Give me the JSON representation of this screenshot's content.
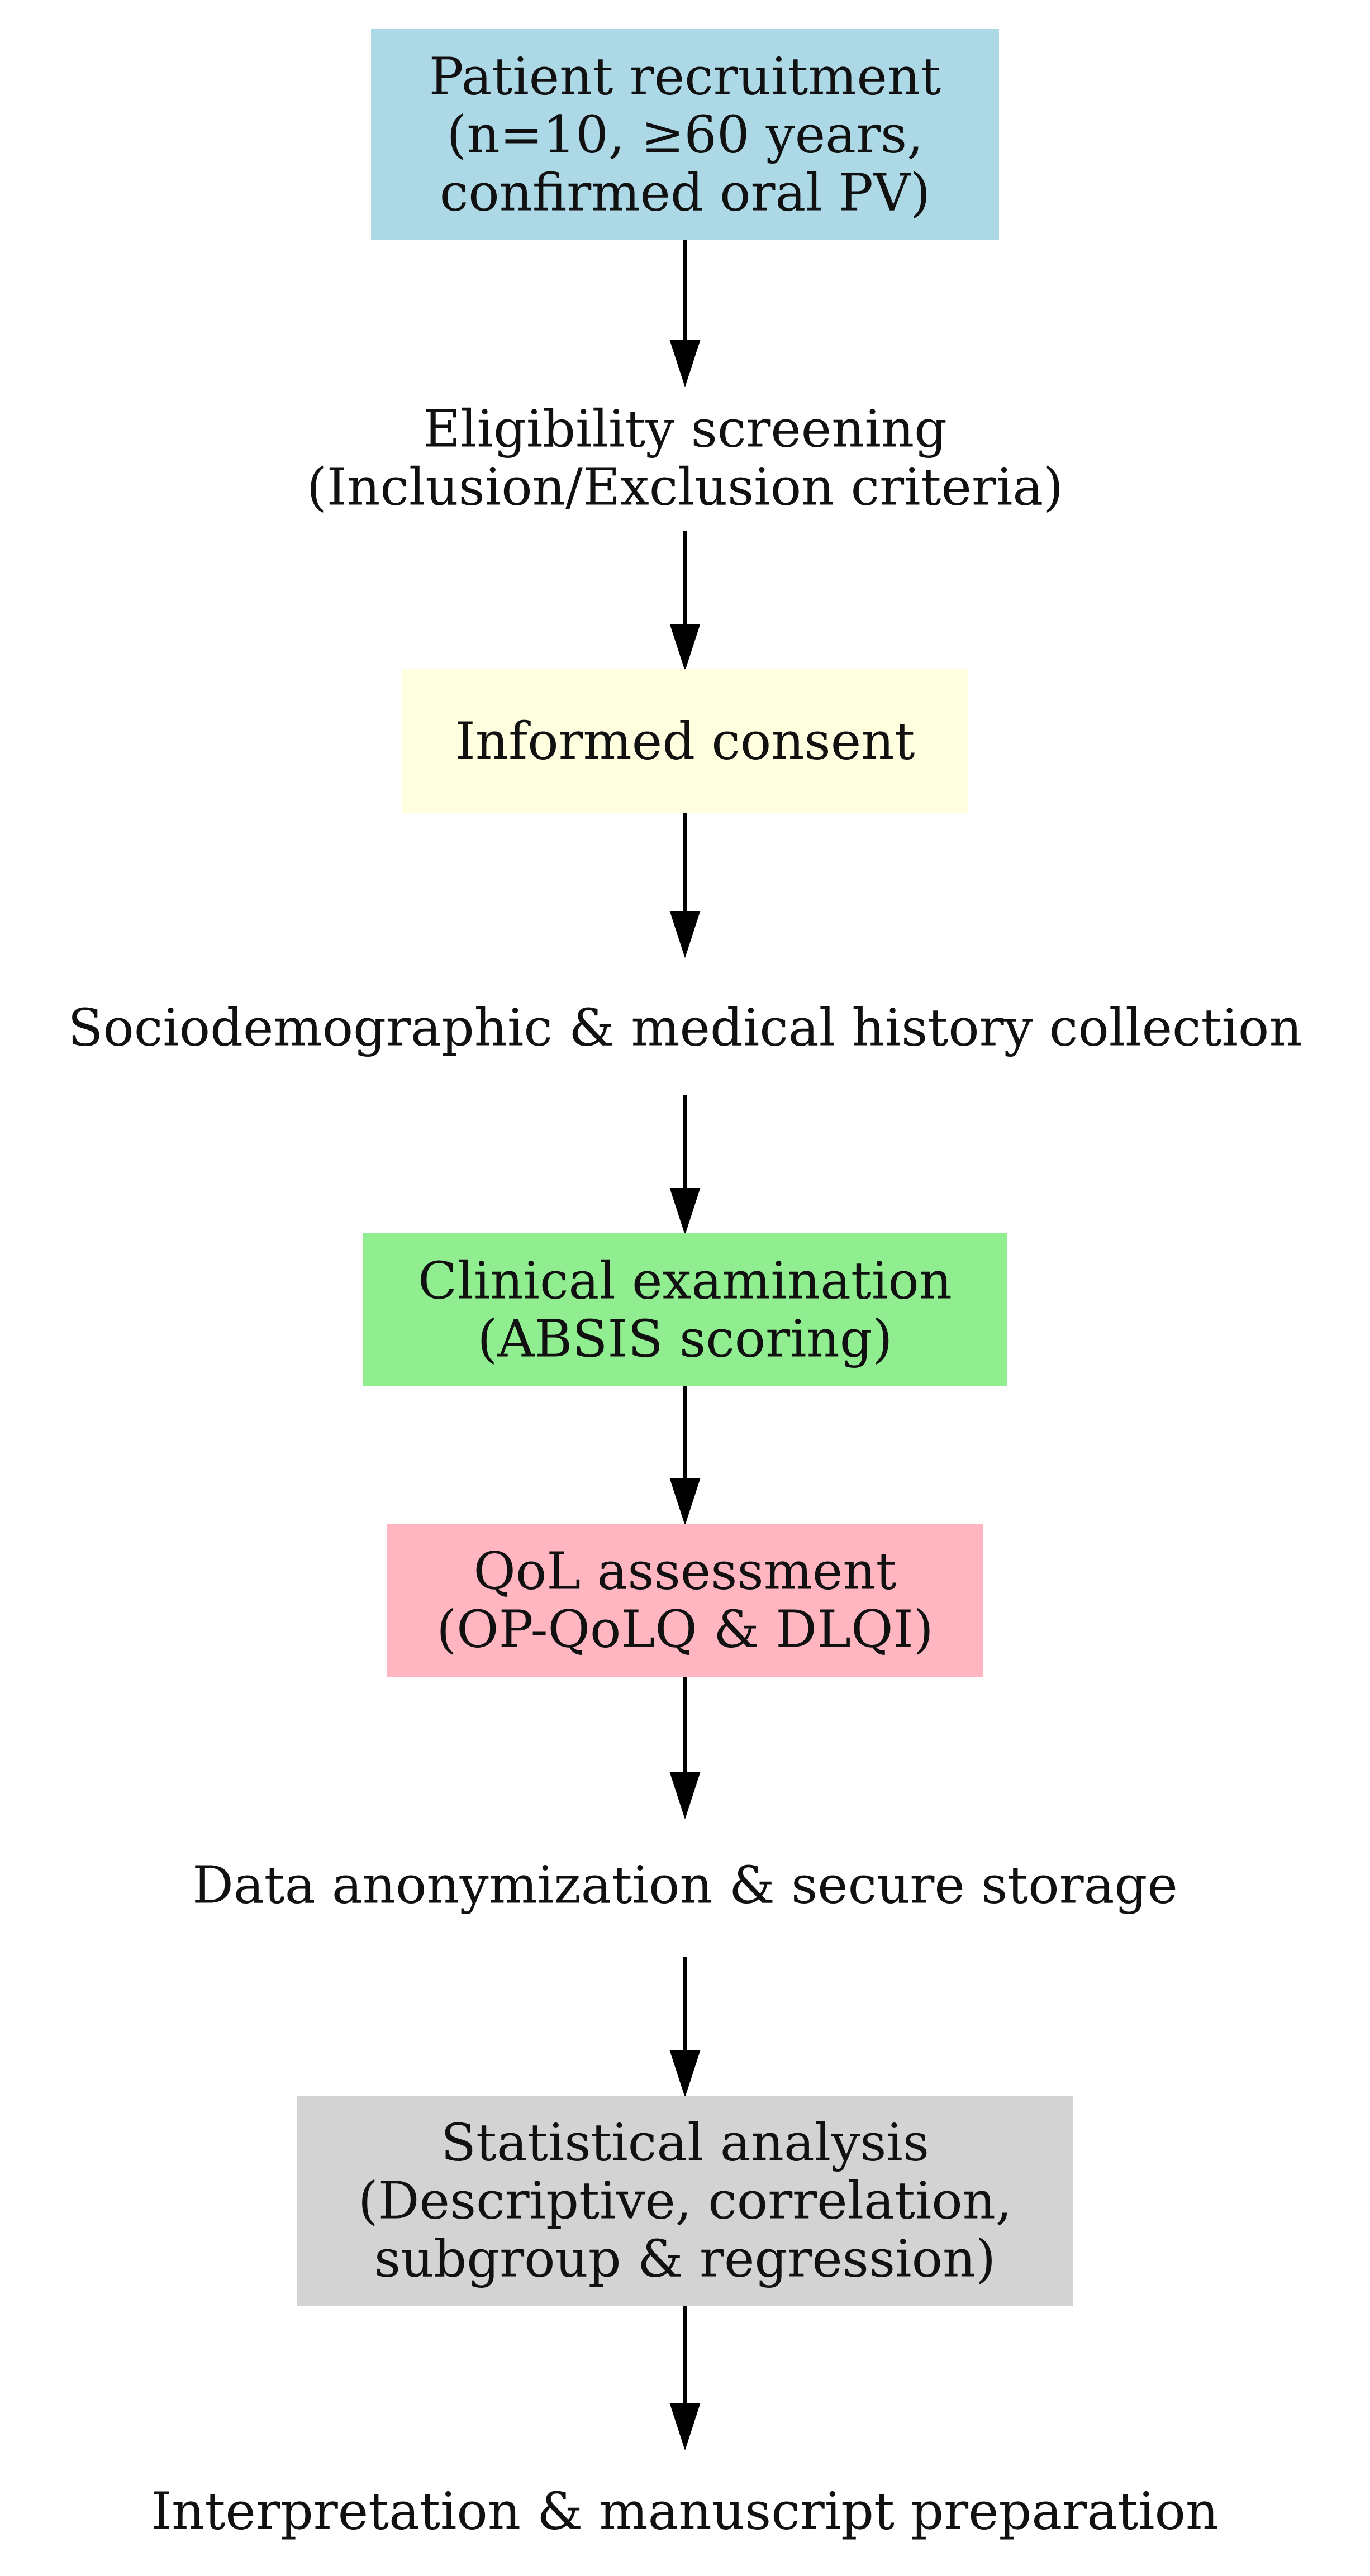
{
  "diagram": {
    "nodes": [
      {
        "id": "recruitment",
        "lines": [
          "Patient recruitment",
          "(n=10, ≥60 years,",
          "confirmed oral PV)"
        ],
        "fill": "#add8e6",
        "boxed": true
      },
      {
        "id": "eligibility",
        "lines": [
          "Eligibility screening",
          "(Inclusion/Exclusion criteria)"
        ],
        "fill": "none",
        "boxed": false
      },
      {
        "id": "consent",
        "lines": [
          "Informed consent"
        ],
        "fill": "#ffffe0",
        "boxed": true
      },
      {
        "id": "history",
        "lines": [
          "Sociodemographic & medical history collection"
        ],
        "fill": "none",
        "boxed": false
      },
      {
        "id": "clinical",
        "lines": [
          "Clinical examination",
          "(ABSIS scoring)"
        ],
        "fill": "#90ee90",
        "boxed": true
      },
      {
        "id": "qol",
        "lines": [
          "QoL assessment",
          "(OP-QoLQ & DLQI)"
        ],
        "fill": "#ffb6c1",
        "boxed": true
      },
      {
        "id": "anonymization",
        "lines": [
          "Data anonymization & secure storage"
        ],
        "fill": "none",
        "boxed": false
      },
      {
        "id": "statistics",
        "lines": [
          "Statistical analysis",
          "(Descriptive, correlation,",
          "subgroup & regression)"
        ],
        "fill": "#d3d3d3",
        "boxed": true
      },
      {
        "id": "interpretation",
        "lines": [
          "Interpretation & manuscript preparation"
        ],
        "fill": "none",
        "boxed": false
      }
    ],
    "edges": [
      {
        "from": "recruitment",
        "to": "eligibility"
      },
      {
        "from": "eligibility",
        "to": "consent"
      },
      {
        "from": "consent",
        "to": "history"
      },
      {
        "from": "history",
        "to": "clinical"
      },
      {
        "from": "clinical",
        "to": "qol"
      },
      {
        "from": "qol",
        "to": "anonymization"
      },
      {
        "from": "anonymization",
        "to": "statistics"
      },
      {
        "from": "statistics",
        "to": "interpretation"
      }
    ]
  }
}
